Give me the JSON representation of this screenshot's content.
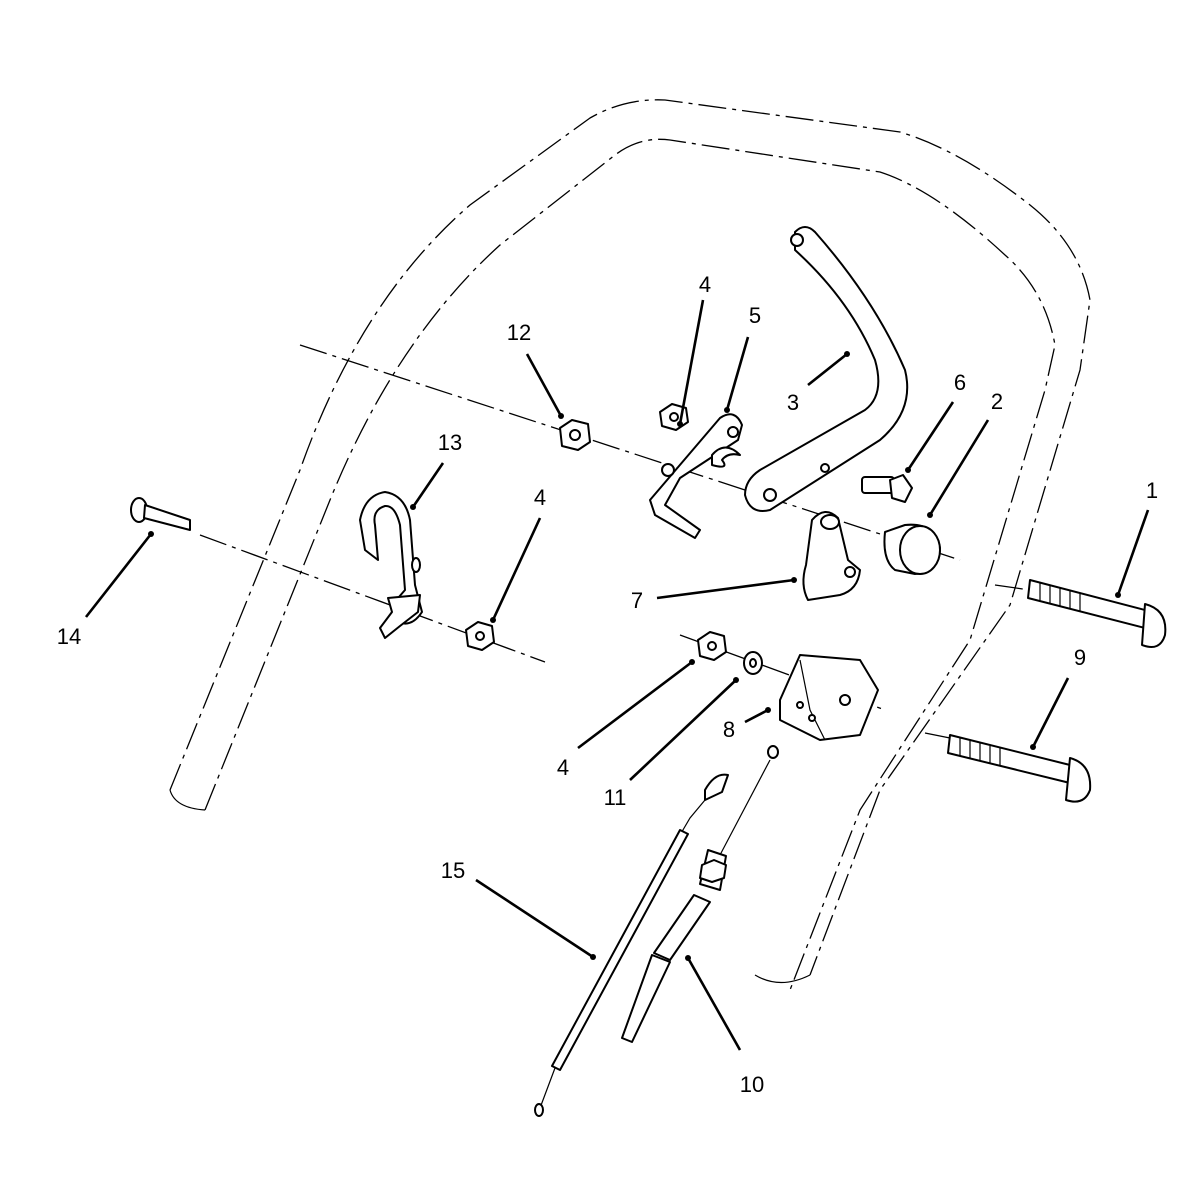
{
  "diagram": {
    "callouts": [
      {
        "id": "c1",
        "text": "1"
      },
      {
        "id": "c2",
        "text": "2"
      },
      {
        "id": "c3",
        "text": "3"
      },
      {
        "id": "c4a",
        "text": "4"
      },
      {
        "id": "c4b",
        "text": "4"
      },
      {
        "id": "c4c",
        "text": "4"
      },
      {
        "id": "c5",
        "text": "5"
      },
      {
        "id": "c6",
        "text": "6"
      },
      {
        "id": "c7",
        "text": "7"
      },
      {
        "id": "c8",
        "text": "8"
      },
      {
        "id": "c9",
        "text": "9"
      },
      {
        "id": "c10",
        "text": "10"
      },
      {
        "id": "c11",
        "text": "11"
      },
      {
        "id": "c12",
        "text": "12"
      },
      {
        "id": "c13",
        "text": "13"
      },
      {
        "id": "c14",
        "text": "14"
      },
      {
        "id": "c15",
        "text": "15"
      }
    ]
  }
}
